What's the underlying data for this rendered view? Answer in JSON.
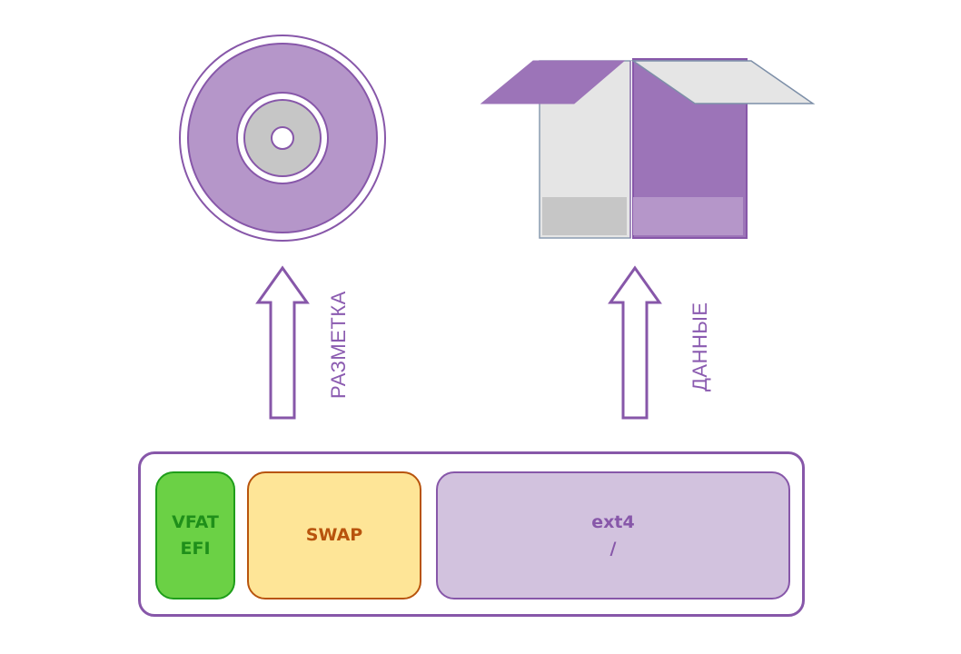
{
  "colors": {
    "purple_stroke": "#8757a9",
    "purple_fill": "#b596c9",
    "purple_dark_fill": "#9c74b8",
    "gray_fill": "#c6c6c6",
    "light_gray_fill": "#e5e5e5",
    "efi_fill": "#6bd145",
    "efi_text": "#1f8f1a",
    "swap_fill": "#fee597",
    "swap_text": "#b8540d",
    "ext4_fill": "#d2c2de"
  },
  "icons": {
    "disc": "optical-disc-icon",
    "box": "open-box-icon",
    "arrow_left": "up-arrow-icon",
    "arrow_right": "up-arrow-icon"
  },
  "labels": {
    "markup": "РАЗМЕТКА",
    "data": "ДАННЫЕ"
  },
  "partitions": [
    {
      "name": "efi",
      "lines": [
        "VFAT",
        "EFI"
      ]
    },
    {
      "name": "swap",
      "lines": [
        "SWAP"
      ]
    },
    {
      "name": "root",
      "lines": [
        "ext4",
        "/"
      ]
    }
  ]
}
